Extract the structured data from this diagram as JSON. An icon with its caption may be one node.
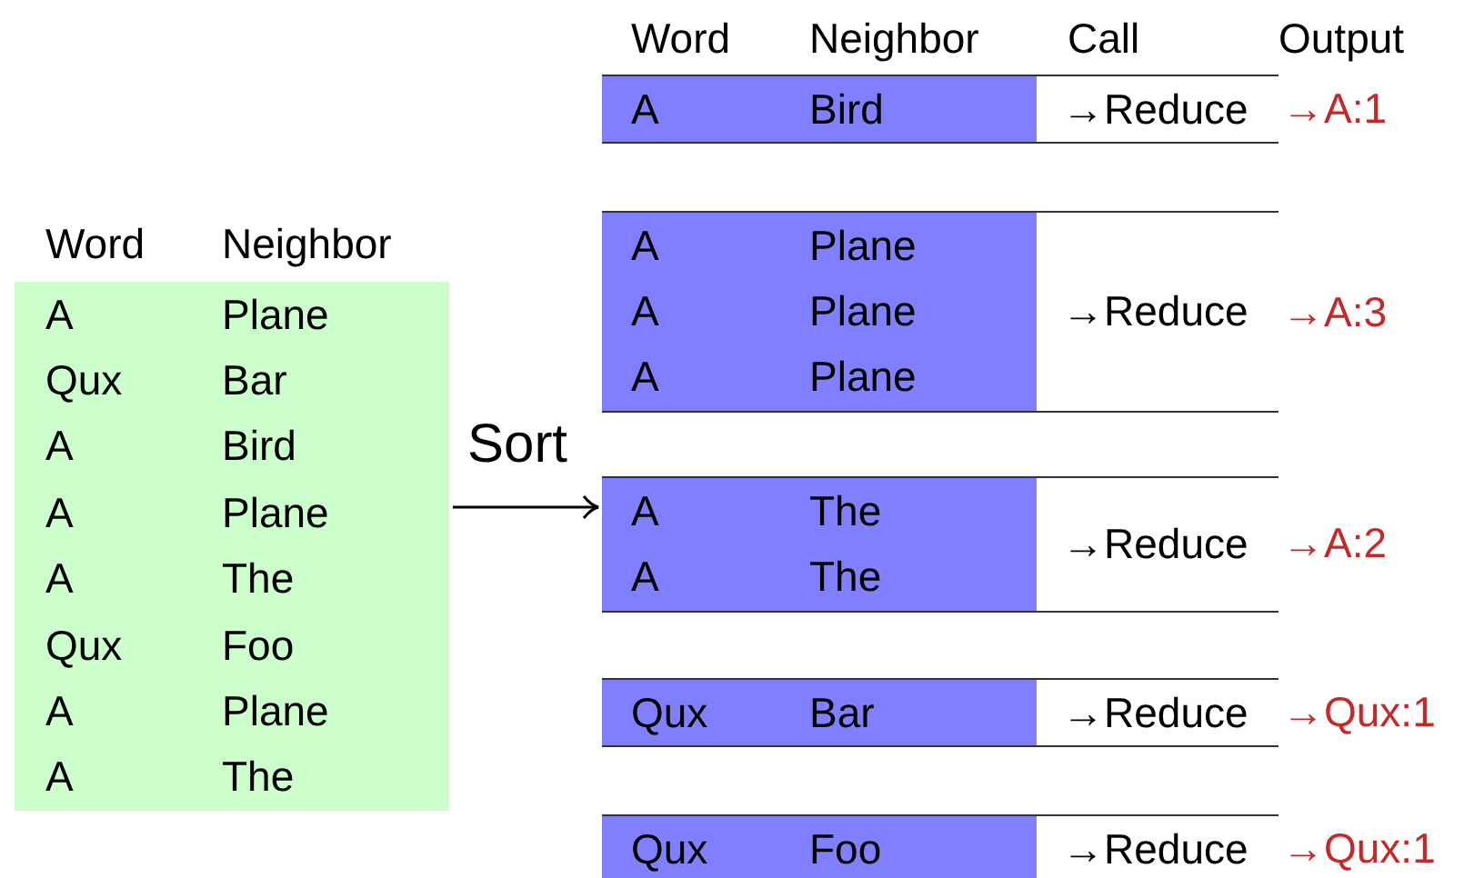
{
  "diagram": {
    "nodes": [
      {
        "text": [
          "A",
          "Plane",
          "Qux",
          "Bar",
          "A",
          "Bird",
          "A",
          "Plane",
          "A",
          "The",
          "Qux",
          "Foo",
          "A",
          "Plane",
          "A",
          "The"
        ]
      },
      {
        "text": [
          "A",
          "Bird",
          "→Reduce"
        ],
        "beside": [
          "→A:1"
        ]
      },
      {
        "text": [
          "A",
          "Plane",
          "A",
          "Plane",
          "A",
          "Plane",
          "→Reduce"
        ],
        "beside": [
          "→A:3"
        ]
      },
      {
        "text": [
          "A",
          "The",
          "A",
          "The",
          "→Reduce"
        ],
        "beside": [
          "→A:2"
        ]
      },
      {
        "text": [
          "Qux",
          "Bar",
          "→Reduce"
        ],
        "beside": [
          "→Qux:1"
        ]
      },
      {
        "text": [
          "Qux",
          "Foo",
          "→Reduce"
        ],
        "beside": [
          "→Qux:1"
        ]
      }
    ],
    "edges": [
      {
        "from": 0,
        "to": 3,
        "arrow": "to",
        "label": "Sort"
      }
    ],
    "labels": [
      "Word",
      "Neighbor",
      "Call",
      "Output",
      "Word",
      "Neighbor"
    ]
  }
}
